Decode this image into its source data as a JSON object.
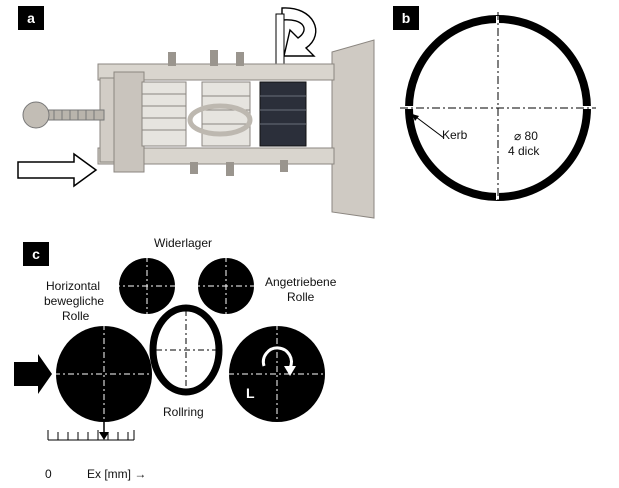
{
  "panels": {
    "a": "a",
    "b": "b",
    "c": "c"
  },
  "ring_panel": {
    "notch_label": "Kerb",
    "diameter_label": "⌀ 80",
    "thickness_label": "4 dick"
  },
  "schematic": {
    "counter_bearing": "Widerlager",
    "movable_roller_line1": "Horizontal",
    "movable_roller_line2": "bewegliche",
    "movable_roller_line3": "Rolle",
    "driven_roller_line1": "Angetriebene",
    "driven_roller_line2": "Rolle",
    "ring_label": "Rollring",
    "driven_marker": "L",
    "scale_zero": "0",
    "scale_label": "Ex [mm] →"
  },
  "colors": {
    "ink": "#000000",
    "photo_bg": "#f4f4f4",
    "plate": "#cfcac3",
    "roller_white": "#e6e4df",
    "roller_dark": "#2b2f3a"
  }
}
